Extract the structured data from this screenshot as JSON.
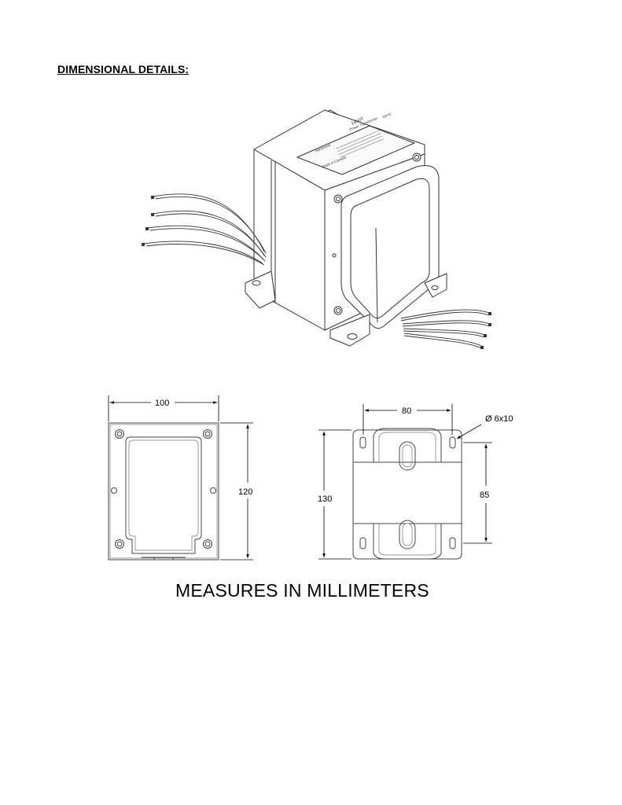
{
  "heading": "DIMENSIONAL DETAILS:",
  "footer_note": "MEASURES IN MILLIMETERS",
  "front_view": {
    "width_label": "100",
    "height_label": "120"
  },
  "side_view": {
    "width_label": "80",
    "height_label": "130",
    "mount_spacing_label": "85",
    "hole_label": "Ø 6x10"
  },
  "nameplate": {
    "model": "1650T",
    "type_line": "Power Transformer",
    "date_label": "DATE",
    "brand": "Hammond",
    "origin": "Made in Canada"
  }
}
